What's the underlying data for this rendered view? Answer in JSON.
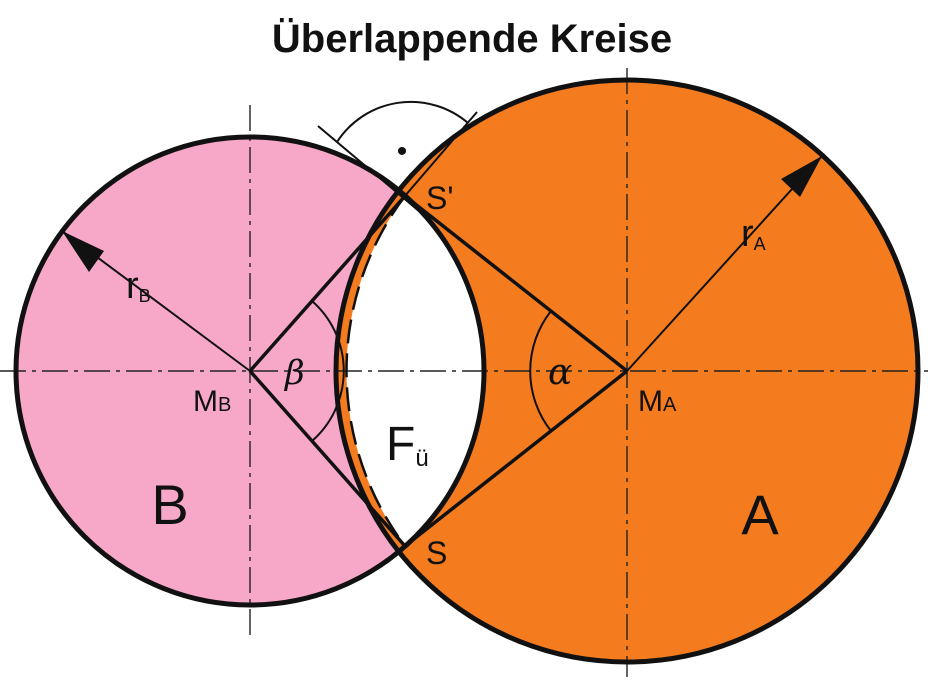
{
  "title": "Überlappende Kreise",
  "colors": {
    "circle_a_fill": "#f47c1f",
    "circle_b_fill": "#f7a8c8",
    "overlap_fill": "#ffffff",
    "stroke": "#111111"
  },
  "labels": {
    "circle_a": "A",
    "circle_b": "B",
    "center_a_main": "M",
    "center_a_sub": "A",
    "center_b_main": "M",
    "center_b_sub": "B",
    "radius_a_main": "r",
    "radius_a_sub": "A",
    "radius_b_main": "r",
    "radius_b_sub": "B",
    "intersection_top": "S'",
    "intersection_bottom": "S",
    "angle_alpha": "α",
    "angle_beta": "β",
    "overlap_area_main": "F",
    "overlap_area_sub": "ü",
    "right_angle_marker": "•"
  }
}
